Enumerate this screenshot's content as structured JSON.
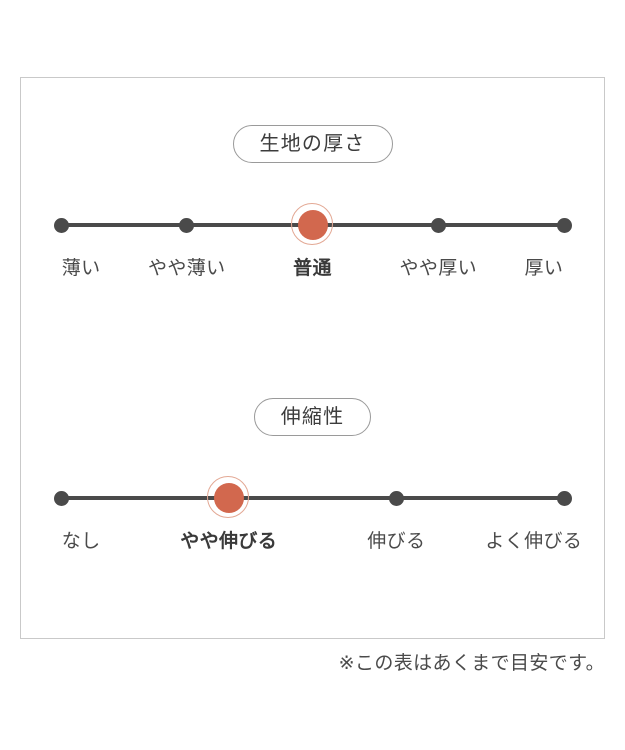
{
  "card": {
    "scales": [
      {
        "id": "fabric-thickness",
        "title": "生地の厚さ",
        "selected_index": 2,
        "points": [
          {
            "label": "薄い",
            "selected": false
          },
          {
            "label": "やや薄い",
            "selected": false
          },
          {
            "label": "普通",
            "selected": true
          },
          {
            "label": "やや厚い",
            "selected": false
          },
          {
            "label": "厚い",
            "selected": false
          }
        ]
      },
      {
        "id": "stretchability",
        "title": "伸縮性",
        "selected_index": 1,
        "points": [
          {
            "label": "なし",
            "selected": false
          },
          {
            "label": "やや伸びる",
            "selected": true
          },
          {
            "label": "伸びる",
            "selected": false
          },
          {
            "label": "よく伸びる",
            "selected": false
          }
        ]
      }
    ]
  },
  "footnote": "※この表はあくまで目安です。",
  "colors": {
    "selected_dot": "#d2684e",
    "selected_ring": "#e3a894",
    "dot": "#4a4a4a",
    "track": "#4a4a4a",
    "border": "#c9c9c9",
    "pill_border": "#9a9a9a",
    "text": "#4a4a4a"
  }
}
